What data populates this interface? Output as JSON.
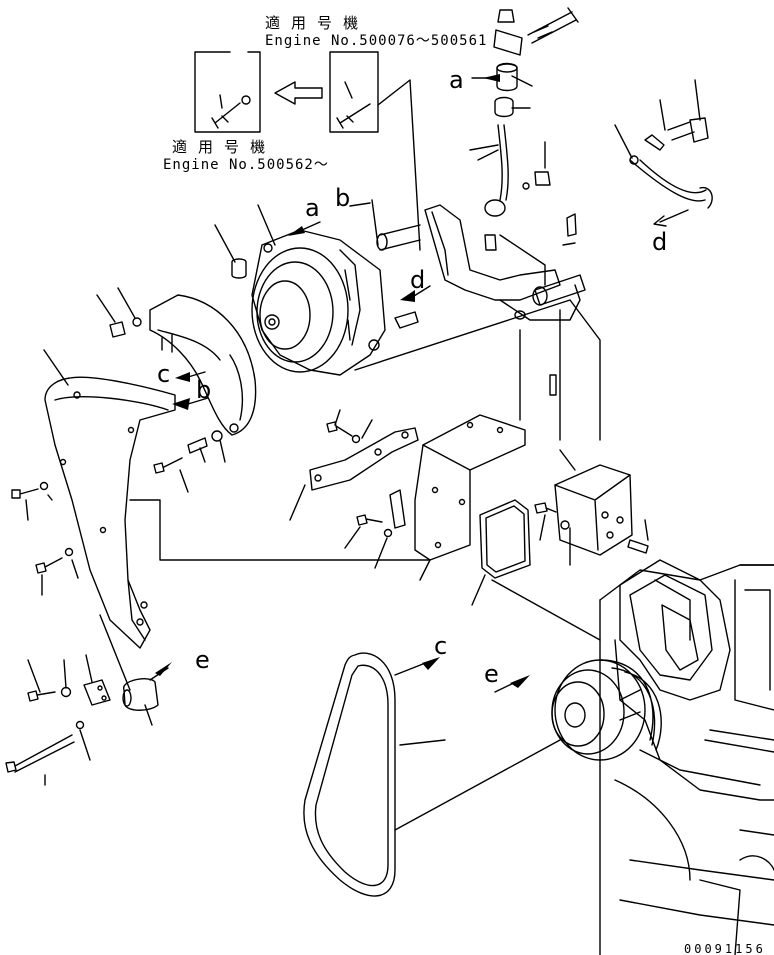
{
  "header_notes": {
    "top_title": "適 用 号 機",
    "top_engine": "Engine No.500076～500561",
    "left_title": "適 用 号 機",
    "left_engine": "Engine No.500562～"
  },
  "reference_letters": {
    "a_top": "a",
    "a_mid": "a",
    "b_top": "b",
    "b_mid": "b",
    "c_mid": "c",
    "c_belt": "c",
    "d_right": "d",
    "d_mid": "d",
    "e_left": "e",
    "e_pulley": "e"
  },
  "document_number": "00091156",
  "colors": {
    "line": "#000000",
    "background": "#ffffff"
  }
}
